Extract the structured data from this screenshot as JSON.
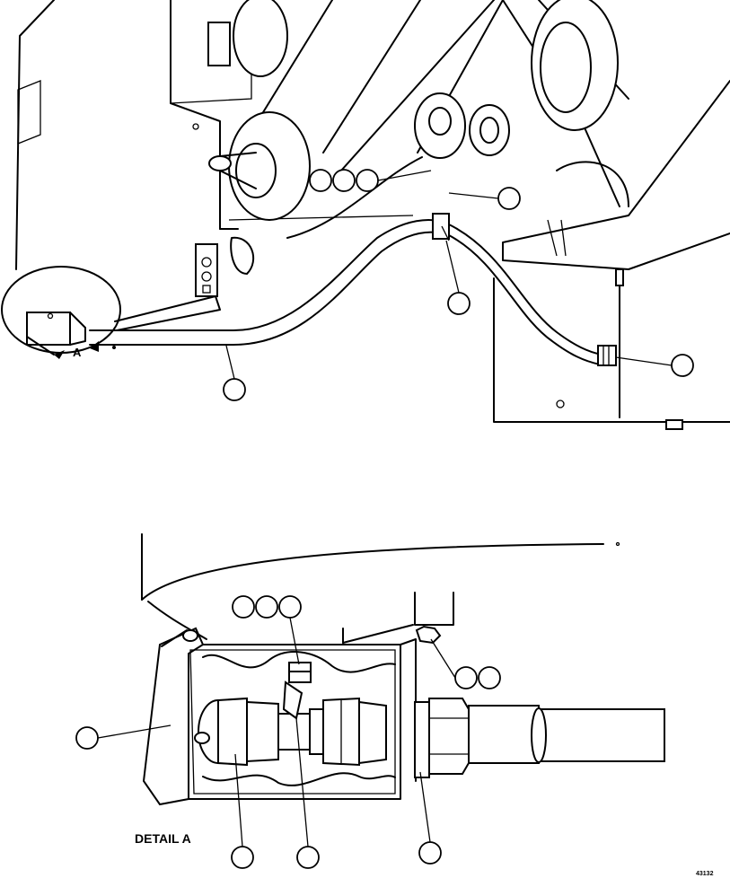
{
  "detail_letter": "A",
  "detail_title": "DETAIL A",
  "figure_number": "43132",
  "colors": {
    "line": "#000000",
    "background": "#ffffff"
  }
}
